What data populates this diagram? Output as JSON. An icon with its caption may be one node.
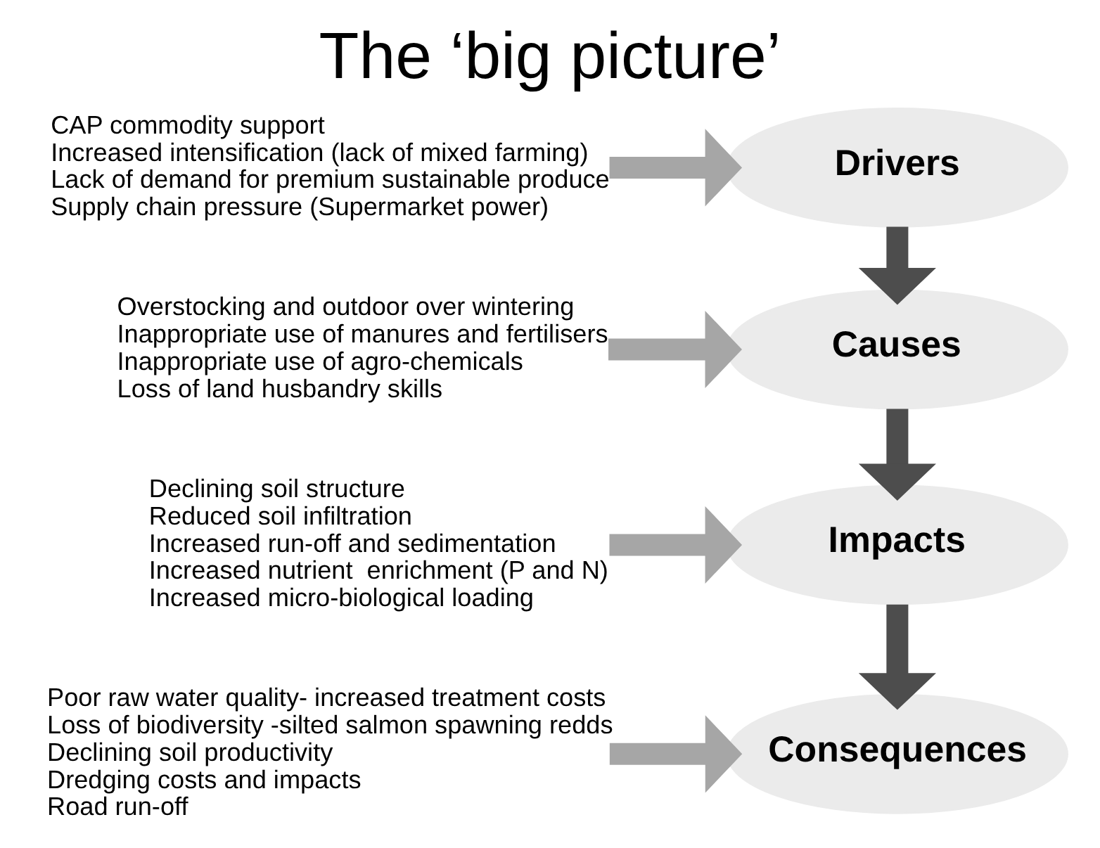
{
  "diagram": {
    "title": "The ‘big picture’",
    "nodes": [
      {
        "text": [
          "Drivers"
        ]
      },
      {
        "text": [
          "CAP commodity support",
          "Increased intensification (lack of mixed farming)",
          "Lack of demand for premium sustainable produce",
          "Supply chain pressure (Supermarket power)"
        ]
      },
      {
        "text": [
          "Causes"
        ]
      },
      {
        "text": [
          "Overstocking and outdoor over wintering",
          "Inappropriate use of manures and fertilisers",
          "Inappropriate use of agro-chemicals",
          "Loss of land husbandry skills"
        ]
      },
      {
        "text": [
          "Impacts"
        ]
      },
      {
        "text": [
          "Declining soil structure",
          "Reduced soil infiltration",
          "Increased run-off and sedimentation",
          "Increased nutrient  enrichment (P and N)",
          "Increased micro-biological loading"
        ]
      },
      {
        "text": [
          "Consequences"
        ]
      },
      {
        "text": [
          "Poor raw water quality- increased treatment costs",
          "Loss of biodiversity -silted salmon spawning redds",
          "Declining soil productivity",
          "Dredging costs and impacts",
          "Road run-off"
        ]
      }
    ],
    "edges": [
      {
        "from": 1,
        "to": 0,
        "arrow": "to"
      },
      {
        "from": 0,
        "to": 2,
        "arrow": "to",
        "color": "#4d4d4d"
      },
      {
        "from": 3,
        "to": 2,
        "arrow": "to"
      },
      {
        "from": 2,
        "to": 4,
        "arrow": "to",
        "color": "#4d4d4d"
      },
      {
        "from": 5,
        "to": 4,
        "arrow": "to"
      },
      {
        "from": 4,
        "to": 6,
        "arrow": "to",
        "color": "#4d4d4d"
      },
      {
        "from": 7,
        "to": 6,
        "arrow": "to"
      }
    ]
  }
}
